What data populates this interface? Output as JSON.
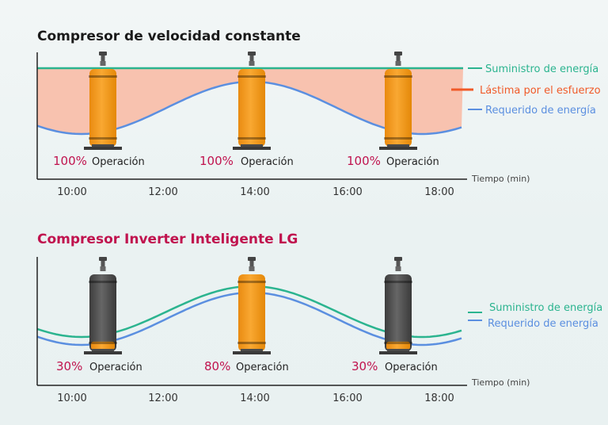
{
  "colors": {
    "supply": "#2bb48f",
    "demand": "#5b8fe0",
    "waste_fill": "#f9b8a2",
    "waste_label": "#f05a28",
    "percent": "#c0134e",
    "title_inverter": "#c0134e",
    "title_constant": "#1a1a1a",
    "compressor_active": "#f7a020",
    "compressor_idle": "#555555"
  },
  "time_axis": {
    "ticks": [
      "10:00",
      "12:00",
      "14:00",
      "16:00",
      "18:00"
    ],
    "unit_label": "Tiempo (min)"
  },
  "constant": {
    "title": "Compresor de velocidad constante",
    "legend": {
      "supply": "Suministro de energía",
      "waste": "Lástima por el esfuerzo",
      "demand": "Requerido de energía"
    },
    "compressors": [
      {
        "percent": "100%",
        "label": "Operación",
        "state": "active",
        "level": 1.0
      },
      {
        "percent": "100%",
        "label": "Operación",
        "state": "active",
        "level": 1.0
      },
      {
        "percent": "100%",
        "label": "Operación",
        "state": "active",
        "level": 1.0
      }
    ]
  },
  "inverter": {
    "title": "Compresor Inverter Inteligente LG",
    "legend": {
      "supply": "Suministro de energía",
      "demand": "Requerido de energía"
    },
    "compressors": [
      {
        "percent": "30%",
        "label": "Operación",
        "state": "idle",
        "level": 0.3
      },
      {
        "percent": "80%",
        "label": "Operación",
        "state": "active",
        "level": 0.8
      },
      {
        "percent": "30%",
        "label": "Operación",
        "state": "idle",
        "level": 0.3
      }
    ]
  }
}
